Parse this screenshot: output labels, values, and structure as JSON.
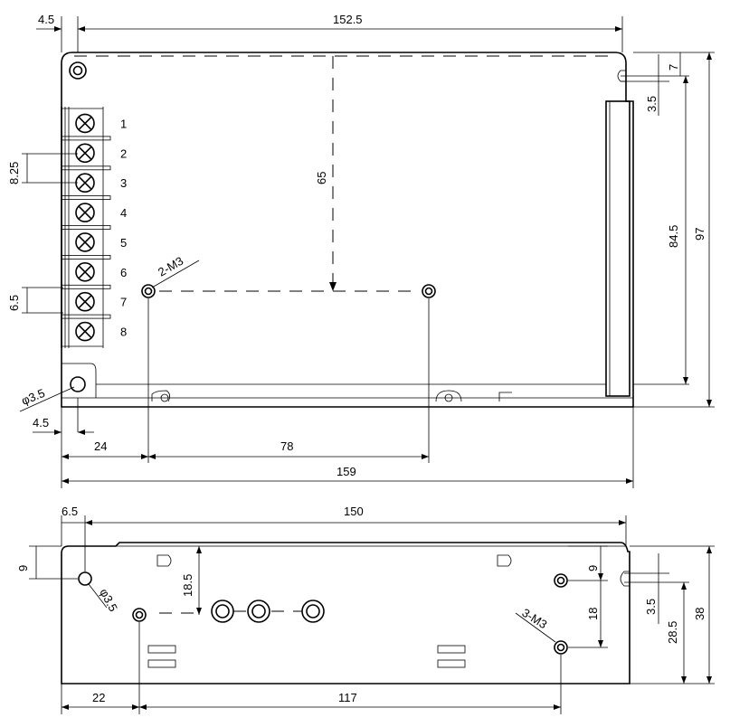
{
  "top_view": {
    "dims": {
      "left_offset": "4.5",
      "width_holes": "152.5",
      "hole_top": "7",
      "slot": "3.5",
      "height_holes": "84.5",
      "height_total": "97",
      "terminal_pitch": "8.25",
      "terminal_height": "6.5",
      "center_height": "65",
      "screw_label": "2-M3",
      "hole_dia": "φ3.5",
      "bottom_offset": "4.5",
      "screw_left": "24",
      "screw_span": "78",
      "total_width": "159"
    },
    "terminals": [
      "1",
      "2",
      "3",
      "4",
      "5",
      "6",
      "7",
      "8"
    ]
  },
  "side_view": {
    "dims": {
      "left_offset": "6.5",
      "length": "150",
      "hole_top": "9",
      "hole_dia": "φ3.5",
      "vent_height": "18.5",
      "screw_left": "22",
      "screw_span": "117",
      "right_top": "9",
      "right_mid": "18",
      "screw_label": "3-M3",
      "slot": "3.5",
      "height_holes": "28.5",
      "height_total": "38"
    }
  }
}
